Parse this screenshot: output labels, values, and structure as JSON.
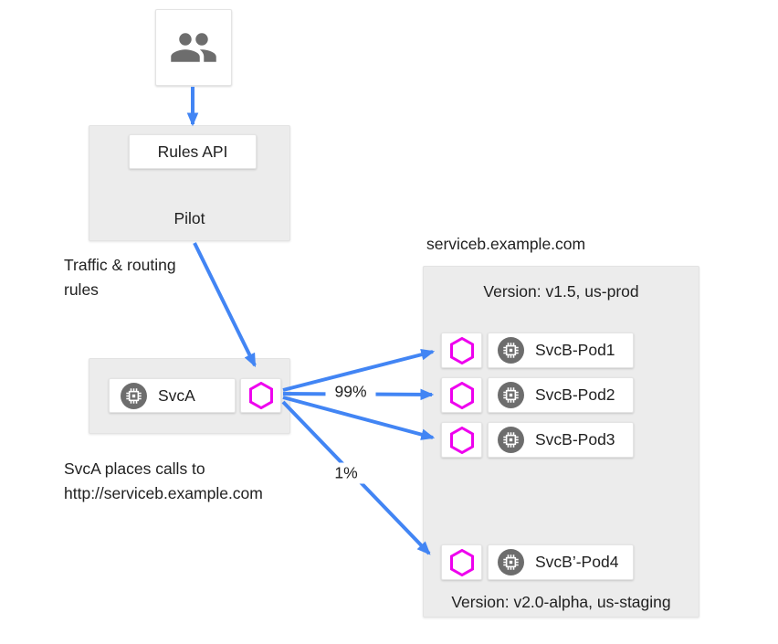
{
  "colors": {
    "arrow_blue": "#4285f4",
    "envoy_magenta": "#ee00ee",
    "icon_gray": "#6d6d6d",
    "container_gray": "#ececec",
    "text_dark": "#212121"
  },
  "users": {
    "icon": "people-icon"
  },
  "pilot": {
    "label": "Pilot",
    "rules_api_label": "Rules API"
  },
  "svca": {
    "label": "SvcA"
  },
  "annotations": {
    "traffic_rules": "Traffic & routing\nrules",
    "svca_calls": "SvcA places calls to\nhttp://serviceb.example.com",
    "weight_major": "99%",
    "weight_minor": "1%"
  },
  "serviceb": {
    "domain": "serviceb.example.com",
    "prod_version": "Version: v1.5, us-prod",
    "staging_version": "Version: v2.0-alpha, us-staging",
    "pods": [
      {
        "label": "SvcB-Pod1"
      },
      {
        "label": "SvcB-Pod2"
      },
      {
        "label": "SvcB-Pod3"
      }
    ],
    "staging_pod": {
      "label": "SvcB’-Pod4"
    }
  }
}
